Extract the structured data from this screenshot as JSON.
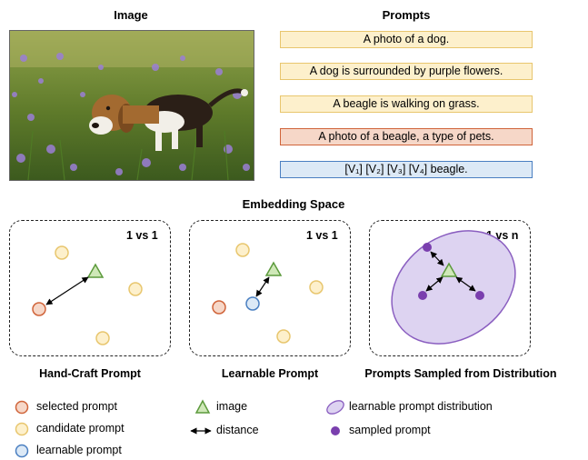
{
  "headers": {
    "image": "Image",
    "prompts": "Prompts",
    "embedding_space": "Embedding Space"
  },
  "prompts": [
    {
      "text": "A photo of a dog.",
      "kind": "candidate"
    },
    {
      "text": "A dog is surrounded by purple flowers.",
      "kind": "candidate"
    },
    {
      "text": "A beagle is walking on grass.",
      "kind": "candidate"
    },
    {
      "text": "A photo of a beagle, a type of pets.",
      "kind": "selected"
    },
    {
      "text": "[V₁] [V₂] [V₃] [V₄] beagle.",
      "kind": "learnable"
    }
  ],
  "panels": [
    {
      "tag": "1 vs 1",
      "title": "Hand-Craft Prompt"
    },
    {
      "tag": "1 vs 1",
      "title": "Learnable Prompt"
    },
    {
      "tag": "1 vs n",
      "title": "Prompts Sampled from Distribution"
    }
  ],
  "legend": {
    "selected": "selected prompt",
    "candidate": "candidate prompt",
    "learnable": "learnable prompt",
    "image": "image",
    "distance": "distance",
    "distribution": "learnable prompt distribution",
    "sampled": "sampled prompt"
  },
  "colors": {
    "candidate_fill": "#fdf0cc",
    "candidate_stroke": "#e8c66e",
    "selected_fill": "#f6d7c8",
    "selected_stroke": "#d0643a",
    "learnable_fill": "#dce9f6",
    "learnable_stroke": "#4a7fc1",
    "image_fill": "#cfe8b8",
    "image_stroke": "#5c9a3c",
    "distribution_fill": "#ddd3f1",
    "distribution_stroke": "#8a5ec0",
    "sampled": "#7a3fae"
  },
  "icons": [
    "image-triangle-icon",
    "distance-arrow-icon",
    "distribution-ellipse-icon",
    "sampled-dot-icon"
  ]
}
